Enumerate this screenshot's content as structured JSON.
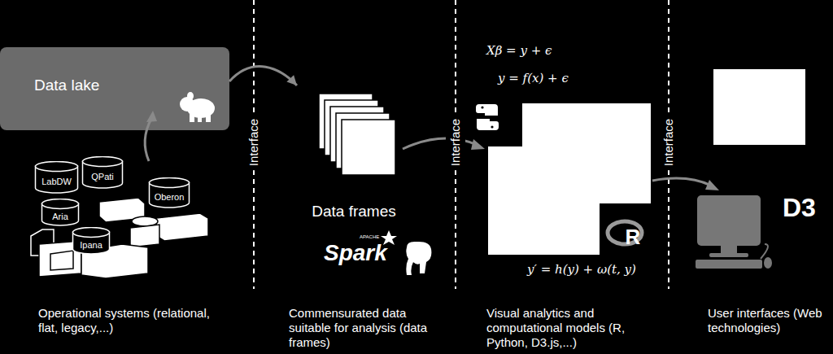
{
  "diagram": {
    "nodes": [
      {
        "text": [
          "Data lake"
        ]
      },
      {
        "text": [
          "LabDW"
        ]
      },
      {
        "text": [
          "QPati"
        ]
      },
      {
        "text": [
          "Oberon"
        ]
      },
      {
        "text": [
          "Aria"
        ]
      },
      {
        "text": [
          "Ipana"
        ]
      },
      {
        "text": [
          "Data frames"
        ]
      }
    ],
    "edges": [
      {
        "from": 0,
        "to": 6,
        "arrow": "to"
      }
    ],
    "labels": [
      "Interface",
      "Interface",
      "Interface",
      "Xβ = y + ϵ",
      "y = f(x) + ϵ",
      "y′ = h(y) + ω(t, y)",
      "APACHE",
      "Spark",
      "R",
      "D3",
      "Operational systems (relational, flat, legacy,...)",
      "Commensurated data suitable for analysis (data frames)",
      "Visual analytics and computational models (R, Python, D3.js,...)",
      "User interfaces (Web technologies)"
    ]
  }
}
